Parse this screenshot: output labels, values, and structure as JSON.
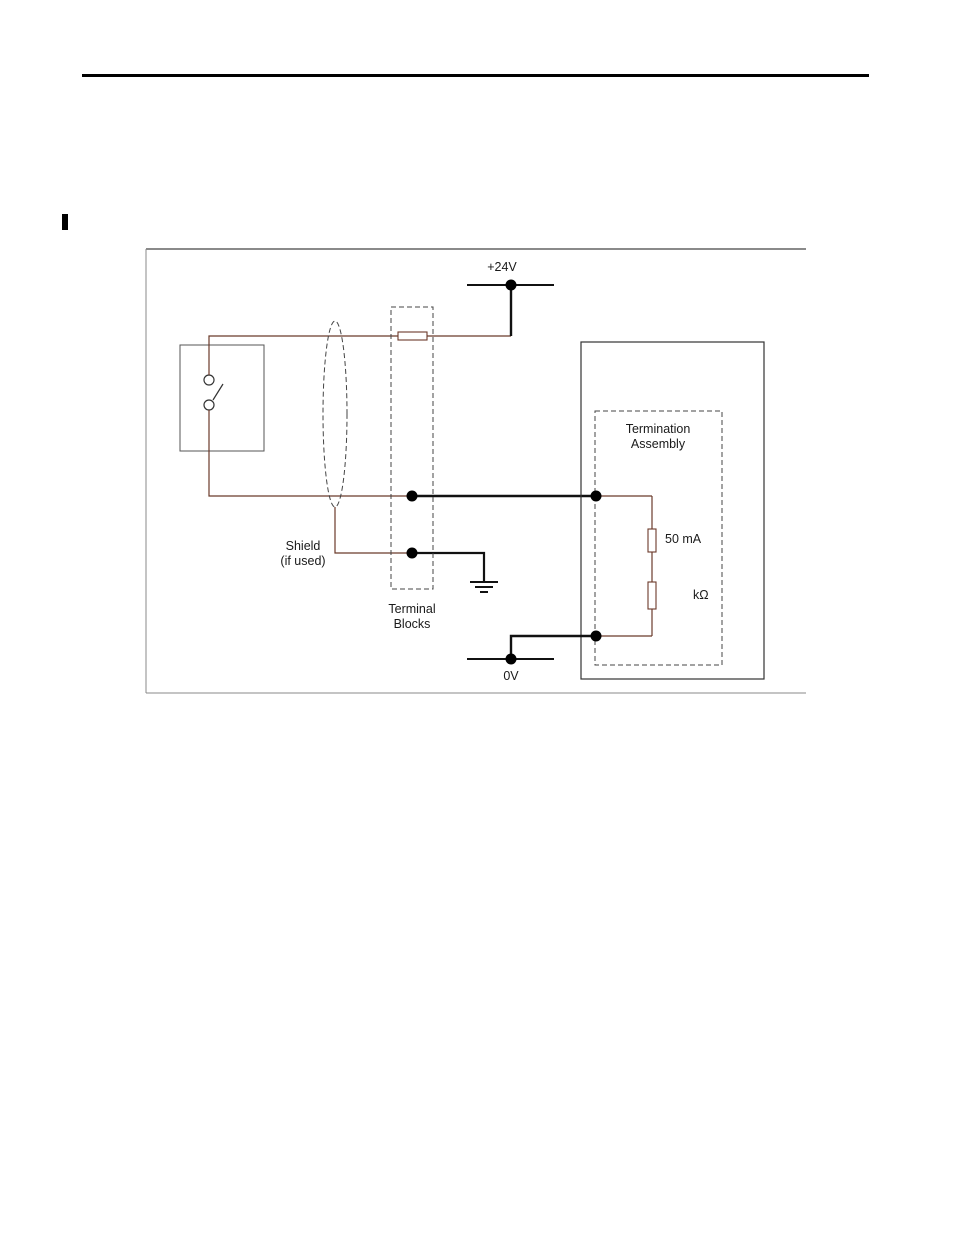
{
  "diagram": {
    "labels": {
      "v24": "+24V",
      "v0": "0V",
      "shield_line1": "Shield",
      "shield_line2": "(if used)",
      "terminal_line1": "Terminal",
      "terminal_line2": "Blocks",
      "termination_line1": "Termination",
      "termination_line2": "Assembly",
      "fuse_rating": "50 mA",
      "resistor_value": "kΩ"
    }
  }
}
